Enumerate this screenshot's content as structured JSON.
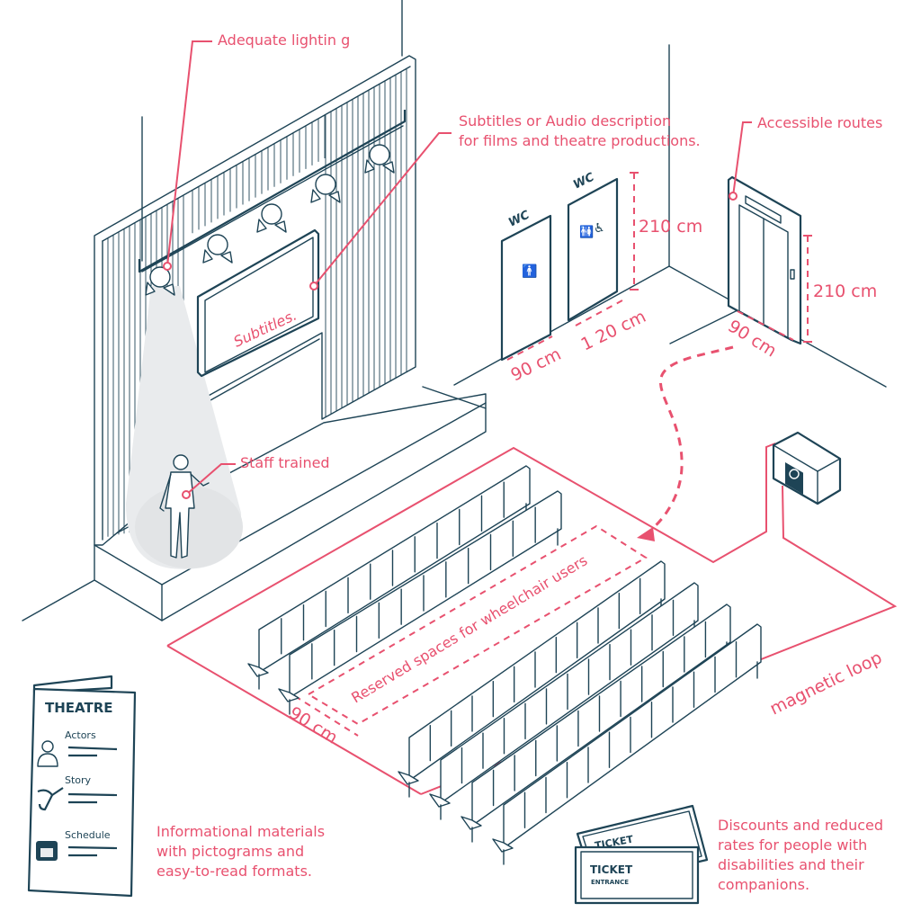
{
  "diagram": {
    "title": "Accessible theatre",
    "colors": {
      "accent": "#e8516f",
      "line": "#1e4456",
      "spotlight": "#e9ebed"
    },
    "callouts": {
      "lighting": "Adequate lightin g",
      "subtitles_line1": "Subtitles or Audio description",
      "subtitles_line2": "for films and theatre productions.",
      "accessible_routes": "Accessible routes",
      "staff": "Staff trained",
      "wheelchair": "Reserved spaces for wheelchair users",
      "magnetic_loop": "magnetic loop",
      "screen_text": "Subtitles."
    },
    "dimensions": {
      "wc_height": "210 cm",
      "wc_door_width": "90 cm",
      "wc_accessible_width": "1 20 cm",
      "lift_height": "210 cm",
      "lift_width": "90 cm",
      "wheelchair_space_width": "90 cm"
    },
    "wc": {
      "sign_left": "WC",
      "sign_right": "WC"
    },
    "leaflet": {
      "title": "THEATRE",
      "items": [
        {
          "label": "Actors",
          "icon": "actor-icon"
        },
        {
          "label": "Story",
          "icon": "scroll-quill-icon"
        },
        {
          "label": "Schedule",
          "icon": "calendar-icon"
        }
      ],
      "caption": [
        "Informational materials",
        "with pictograms and",
        "easy-to-read formats."
      ]
    },
    "tickets": {
      "back_label": "TICKET",
      "front_label": "TICKET",
      "front_sub": "ENTRANCE",
      "caption": [
        "Discounts and reduced",
        "rates for people with",
        "disabilities and their",
        "companions."
      ]
    }
  }
}
